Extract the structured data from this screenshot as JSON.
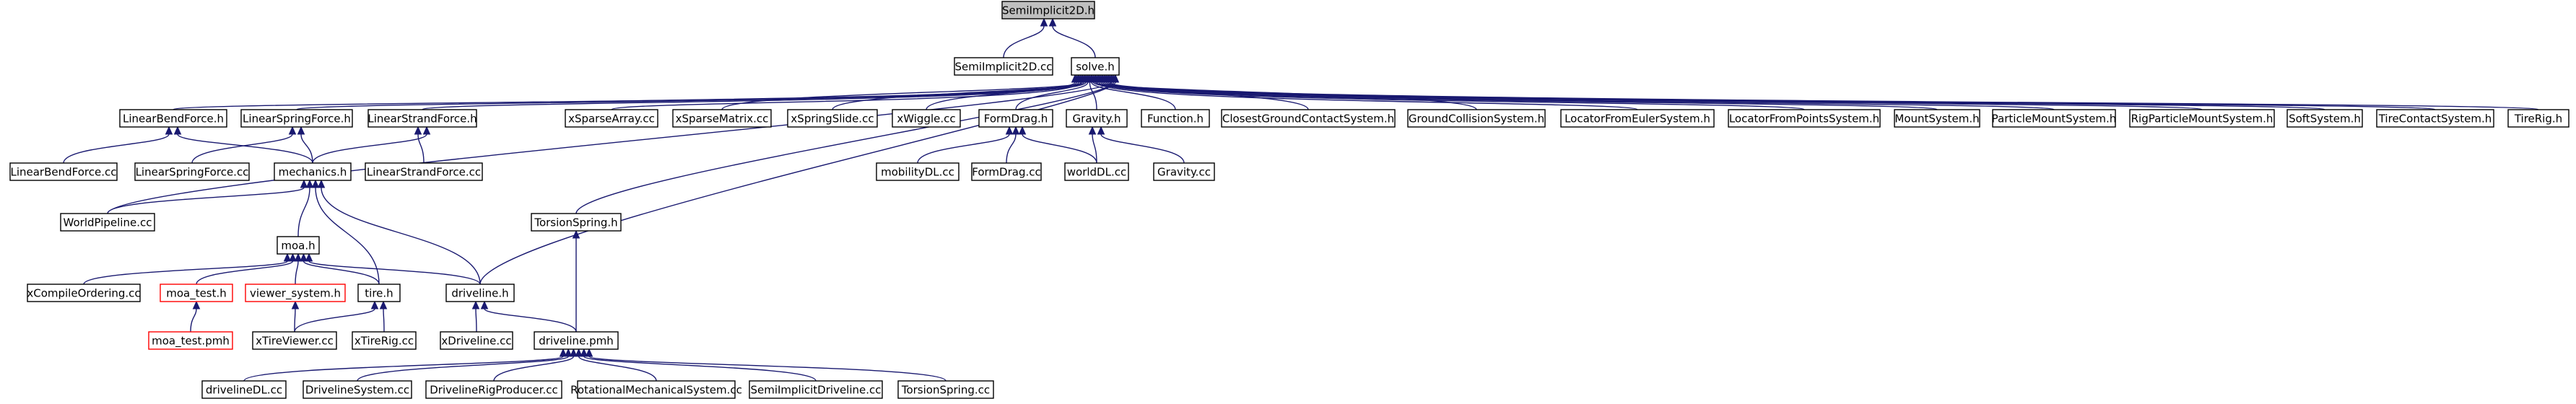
{
  "diagram": {
    "nodes": [
      {
        "id": "semi2dh",
        "label": "SemiImplicit2D.h",
        "style": "highlight"
      },
      {
        "id": "semi2dcc",
        "label": "SemiImplicit2D.cc",
        "style": "normal"
      },
      {
        "id": "solve",
        "label": "solve.h",
        "style": "normal"
      },
      {
        "id": "lbfh",
        "label": "LinearBendForce.h",
        "style": "normal"
      },
      {
        "id": "lsfh",
        "label": "LinearSpringForce.h",
        "style": "normal"
      },
      {
        "id": "lstrh",
        "label": "LinearStrandForce.h",
        "style": "normal"
      },
      {
        "id": "xsa",
        "label": "xSparseArray.cc",
        "style": "normal"
      },
      {
        "id": "xsm",
        "label": "xSparseMatrix.cc",
        "style": "normal"
      },
      {
        "id": "xss",
        "label": "xSpringSlide.cc",
        "style": "normal"
      },
      {
        "id": "xwig",
        "label": "xWiggle.cc",
        "style": "normal"
      },
      {
        "id": "formdragh",
        "label": "FormDrag.h",
        "style": "normal"
      },
      {
        "id": "gravh",
        "label": "Gravity.h",
        "style": "normal"
      },
      {
        "id": "funch",
        "label": "Function.h",
        "style": "normal"
      },
      {
        "id": "cgcs",
        "label": "ClosestGroundContactSystem.h",
        "style": "normal"
      },
      {
        "id": "gcs",
        "label": "GroundCollisionSystem.h",
        "style": "normal"
      },
      {
        "id": "lfes",
        "label": "LocatorFromEulerSystem.h",
        "style": "normal"
      },
      {
        "id": "lfps",
        "label": "LocatorFromPointsSystem.h",
        "style": "normal"
      },
      {
        "id": "mounts",
        "label": "MountSystem.h",
        "style": "normal"
      },
      {
        "id": "pms",
        "label": "ParticleMountSystem.h",
        "style": "normal"
      },
      {
        "id": "rpms",
        "label": "RigParticleMountSystem.h",
        "style": "normal"
      },
      {
        "id": "softs",
        "label": "SoftSystem.h",
        "style": "normal"
      },
      {
        "id": "tcs",
        "label": "TireContactSystem.h",
        "style": "normal"
      },
      {
        "id": "tirerig",
        "label": "TireRig.h",
        "style": "normal"
      },
      {
        "id": "lbfcc",
        "label": "LinearBendForce.cc",
        "style": "normal"
      },
      {
        "id": "lsfcc",
        "label": "LinearSpringForce.cc",
        "style": "normal"
      },
      {
        "id": "mechh",
        "label": "mechanics.h",
        "style": "normal"
      },
      {
        "id": "lstrcc",
        "label": "LinearStrandForce.cc",
        "style": "normal"
      },
      {
        "id": "mobdl",
        "label": "mobilityDL.cc",
        "style": "normal"
      },
      {
        "id": "formdragcc",
        "label": "FormDrag.cc",
        "style": "normal"
      },
      {
        "id": "worlddl",
        "label": "worldDL.cc",
        "style": "normal"
      },
      {
        "id": "gravcc",
        "label": "Gravity.cc",
        "style": "normal"
      },
      {
        "id": "worldpipe",
        "label": "WorldPipeline.cc",
        "style": "normal"
      },
      {
        "id": "torsionh",
        "label": "TorsionSpring.h",
        "style": "normal"
      },
      {
        "id": "moah",
        "label": "moa.h",
        "style": "normal"
      },
      {
        "id": "xco",
        "label": "xCompileOrdering.cc",
        "style": "normal"
      },
      {
        "id": "moatest",
        "label": "moa_test.h",
        "style": "missing"
      },
      {
        "id": "viewer",
        "label": "viewer_system.h",
        "style": "missing"
      },
      {
        "id": "tireh",
        "label": "tire.h",
        "style": "normal"
      },
      {
        "id": "drivelineh",
        "label": "driveline.h",
        "style": "normal"
      },
      {
        "id": "moatestpmh",
        "label": "moa_test.pmh",
        "style": "missing"
      },
      {
        "id": "xtv",
        "label": "xTireViewer.cc",
        "style": "normal"
      },
      {
        "id": "xtr",
        "label": "xTireRig.cc",
        "style": "normal"
      },
      {
        "id": "xdl",
        "label": "xDriveline.cc",
        "style": "normal"
      },
      {
        "id": "dlpmh",
        "label": "driveline.pmh",
        "style": "normal"
      },
      {
        "id": "dldl",
        "label": "drivelineDL.cc",
        "style": "normal"
      },
      {
        "id": "dlsys",
        "label": "DrivelineSystem.cc",
        "style": "normal"
      },
      {
        "id": "dlrp",
        "label": "DrivelineRigProducer.cc",
        "style": "normal"
      },
      {
        "id": "rms",
        "label": "RotationalMechanicalSystem.cc",
        "style": "normal"
      },
      {
        "id": "sidl",
        "label": "SemiImplicitDriveline.cc",
        "style": "normal"
      },
      {
        "id": "torsioncc",
        "label": "TorsionSpring.cc",
        "style": "normal"
      }
    ],
    "edges": [
      [
        "semi2dcc",
        "semi2dh"
      ],
      [
        "solve",
        "semi2dh"
      ],
      [
        "lbfh",
        "solve"
      ],
      [
        "lsfh",
        "solve"
      ],
      [
        "lstrh",
        "solve"
      ],
      [
        "xsa",
        "solve"
      ],
      [
        "xsm",
        "solve"
      ],
      [
        "xss",
        "solve"
      ],
      [
        "xwig",
        "solve"
      ],
      [
        "formdragh",
        "solve"
      ],
      [
        "gravh",
        "solve"
      ],
      [
        "funch",
        "solve"
      ],
      [
        "cgcs",
        "solve"
      ],
      [
        "gcs",
        "solve"
      ],
      [
        "lfes",
        "solve"
      ],
      [
        "lfps",
        "solve"
      ],
      [
        "mounts",
        "solve"
      ],
      [
        "pms",
        "solve"
      ],
      [
        "rpms",
        "solve"
      ],
      [
        "softs",
        "solve"
      ],
      [
        "tcs",
        "solve"
      ],
      [
        "tirerig",
        "solve"
      ],
      [
        "worldpipe",
        "solve"
      ],
      [
        "torsionh",
        "solve"
      ],
      [
        "drivelineh",
        "solve"
      ],
      [
        "lbfcc",
        "lbfh"
      ],
      [
        "mechh",
        "lbfh"
      ],
      [
        "lsfcc",
        "lsfh"
      ],
      [
        "mechh",
        "lsfh"
      ],
      [
        "lstrcc",
        "lstrh"
      ],
      [
        "mechh",
        "lstrh"
      ],
      [
        "mobdl",
        "formdragh"
      ],
      [
        "formdragcc",
        "formdragh"
      ],
      [
        "worlddl",
        "formdragh"
      ],
      [
        "worlddl",
        "gravh"
      ],
      [
        "gravcc",
        "gravh"
      ],
      [
        "worldpipe",
        "mechh"
      ],
      [
        "moah",
        "mechh"
      ],
      [
        "tireh",
        "mechh"
      ],
      [
        "drivelineh",
        "mechh"
      ],
      [
        "xco",
        "moah"
      ],
      [
        "moatest",
        "moah"
      ],
      [
        "viewer",
        "moah"
      ],
      [
        "tireh",
        "moah"
      ],
      [
        "drivelineh",
        "moah"
      ],
      [
        "moatestpmh",
        "moatest"
      ],
      [
        "xtv",
        "viewer"
      ],
      [
        "xtv",
        "tireh"
      ],
      [
        "xtr",
        "tireh"
      ],
      [
        "xdl",
        "drivelineh"
      ],
      [
        "dlpmh",
        "drivelineh"
      ],
      [
        "dlpmh",
        "torsionh"
      ],
      [
        "dldl",
        "dlpmh"
      ],
      [
        "dlsys",
        "dlpmh"
      ],
      [
        "dlrp",
        "dlpmh"
      ],
      [
        "rms",
        "dlpmh"
      ],
      [
        "sidl",
        "dlpmh"
      ],
      [
        "torsioncc",
        "dlpmh"
      ]
    ]
  }
}
